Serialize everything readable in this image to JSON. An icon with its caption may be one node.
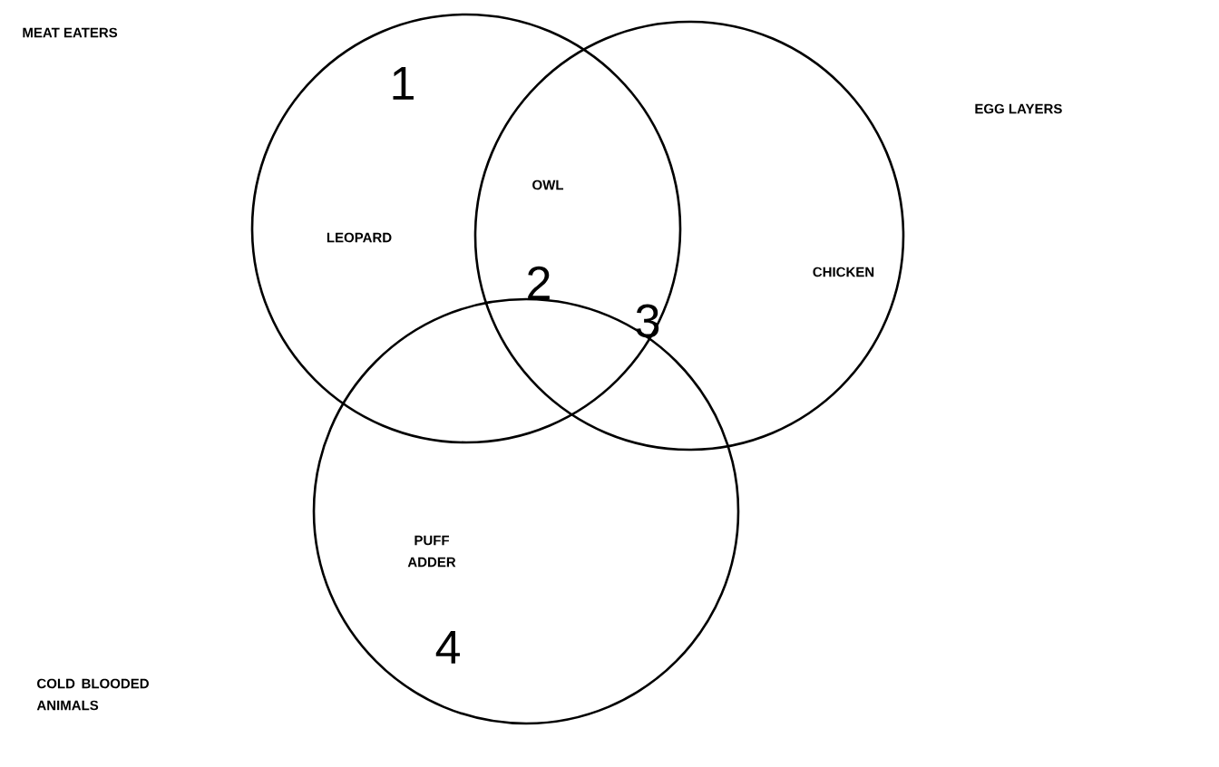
{
  "diagram": {
    "nodes": [
      {
        "text": [],
        "shape": "circle"
      },
      {
        "text": [],
        "shape": "circle"
      },
      {
        "text": [],
        "shape": "circle"
      }
    ],
    "labels": [
      "MEAT EATERS",
      "1",
      "EGG LAYERS",
      "OWL",
      "LEOPARD",
      "2",
      "CHICKEN",
      "3",
      "PUFF ADDER",
      "COLD BLOODED ANIMALS",
      "4"
    ]
  }
}
